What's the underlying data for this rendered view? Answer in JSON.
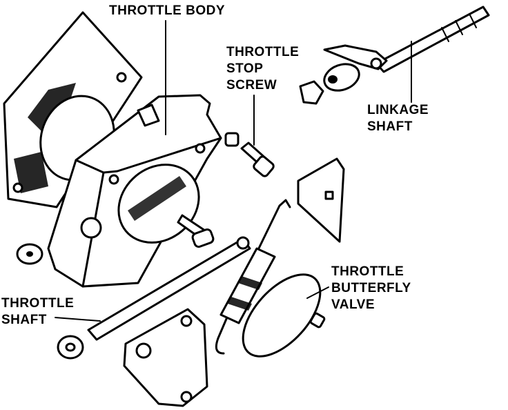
{
  "labels": {
    "throttle_body": "THROTTLE BODY",
    "throttle_stop_screw": [
      "THROTTLE",
      "STOP",
      "SCREW"
    ],
    "linkage_shaft": [
      "LINKAGE",
      "SHAFT"
    ],
    "throttle_shaft": [
      "THROTTLE",
      "SHAFT"
    ],
    "throttle_butterfly_valve": [
      "THROTTLE",
      "BUTTERFLY",
      "VALVE"
    ]
  }
}
